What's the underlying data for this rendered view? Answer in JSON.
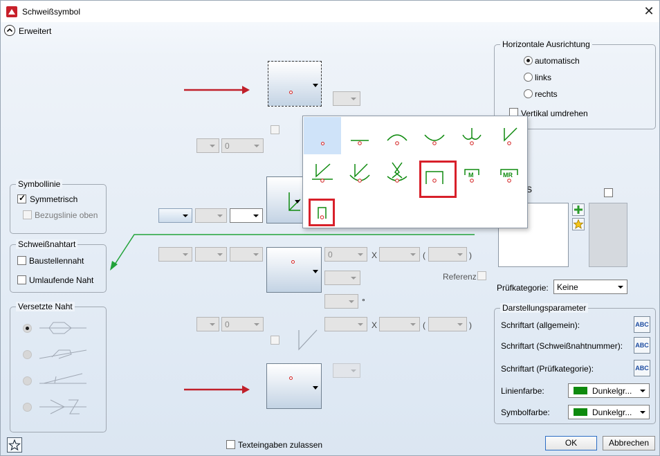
{
  "window": {
    "title": "Schweißsymbol",
    "close_glyph": "✕"
  },
  "expander": {
    "label": "Erweitert",
    "icon": "chevron-up-icon"
  },
  "symbollinie": {
    "title": "Symbollinie",
    "symmetrisch": {
      "label": "Symmetrisch",
      "checked": true
    },
    "bezugslinie": {
      "label": "Bezugslinie oben",
      "checked": false,
      "enabled": false
    }
  },
  "schweissnahtart": {
    "title": "Schweißnahtart",
    "baustellennaht": {
      "label": "Baustellennaht",
      "checked": false
    },
    "umlaufende": {
      "label": "Umlaufende Naht",
      "checked": false
    }
  },
  "versetzte_naht": {
    "title": "Versetzte Naht",
    "options": 4,
    "selected": 0
  },
  "horizontal": {
    "title": "Horizontale Ausrichtung",
    "options": [
      "automatisch",
      "links",
      "rechts"
    ],
    "selected": "automatisch",
    "vertikal_label": "Vertikal umdrehen"
  },
  "middle": {
    "combo_zero_upper": "0",
    "combo_zero_lower": "0",
    "field_zero": "0",
    "x_upper": "X",
    "x_lower": "X",
    "paren_open": "(",
    "paren_close": ")",
    "degree": "°",
    "referenz": "Referenz"
  },
  "right_panel": {
    "s_label_fragment": "S",
    "pruefkategorie_label": "Prüfkategorie:",
    "pruefkategorie_value": "Keine"
  },
  "darstellung": {
    "title": "Darstellungsparameter",
    "font_rows": [
      "Schriftart (allgemein):",
      "Schriftart (Schweißnahtnummer):",
      "Schriftart (Prüfkategorie):"
    ],
    "font_button_glyph": "ABC",
    "linienfarbe_label": "Linienfarbe:",
    "linienfarbe_value": "Dunkelgr...",
    "symbolfarbe_label": "Symbolfarbe:",
    "symbolfarbe_value": "Dunkelgr...",
    "color_hex": "#0e8a0e"
  },
  "popup": {
    "highlighted_cells": [
      9,
      12
    ],
    "labels": {
      "m": "M",
      "mr": "MR"
    }
  },
  "footer": {
    "texteingaben_label": "Texteingaben zulassen",
    "ok": "OK",
    "cancel": "Abbrechen"
  },
  "colors": {
    "arrow_red": "#c0202a",
    "guide_green": "#22a33a",
    "highlight_red": "#d8202a",
    "symbol_green": "#0e8a0e"
  }
}
